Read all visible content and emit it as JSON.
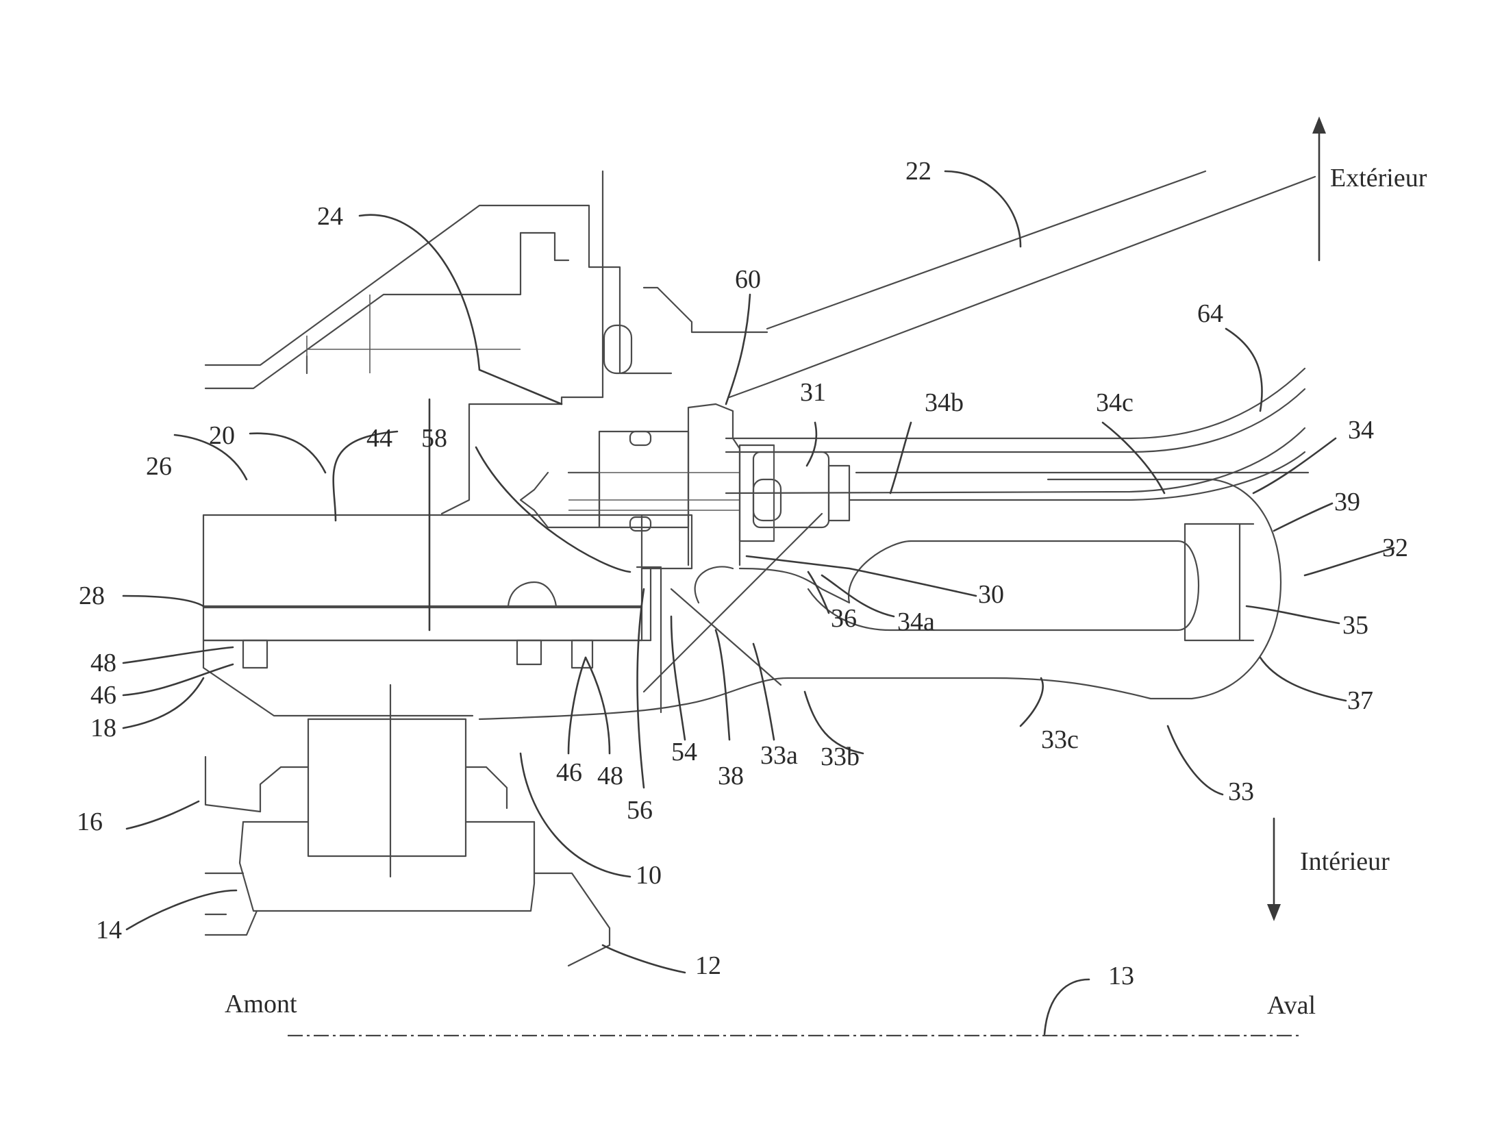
{
  "directions": {
    "exterieur": "Extérieur",
    "interieur": "Intérieur",
    "amont": "Amont",
    "aval": "Aval"
  },
  "labels": {
    "n22": "22",
    "n24": "24",
    "n60": "60",
    "n64": "64",
    "n31": "31",
    "n34b": "34b",
    "n34c": "34c",
    "n34": "34",
    "n39": "39",
    "n32": "32",
    "n35": "35",
    "n37": "37",
    "n30": "30",
    "n36": "36",
    "n34a": "34a",
    "n20": "20",
    "n26": "26",
    "n44": "44",
    "n58": "58",
    "n28": "28",
    "n48a": "48",
    "n46a": "46",
    "n18": "18",
    "n46b": "46",
    "n48b": "48",
    "n54": "54",
    "n38": "38",
    "n33a": "33a",
    "n33b": "33b",
    "n33c": "33c",
    "n33": "33",
    "n56": "56",
    "n10": "10",
    "n16": "16",
    "n14": "14",
    "n12": "12",
    "n13": "13"
  },
  "colors": {
    "line": "#4a4a4a",
    "text": "#2a2a2a",
    "background": "#ffffff"
  }
}
